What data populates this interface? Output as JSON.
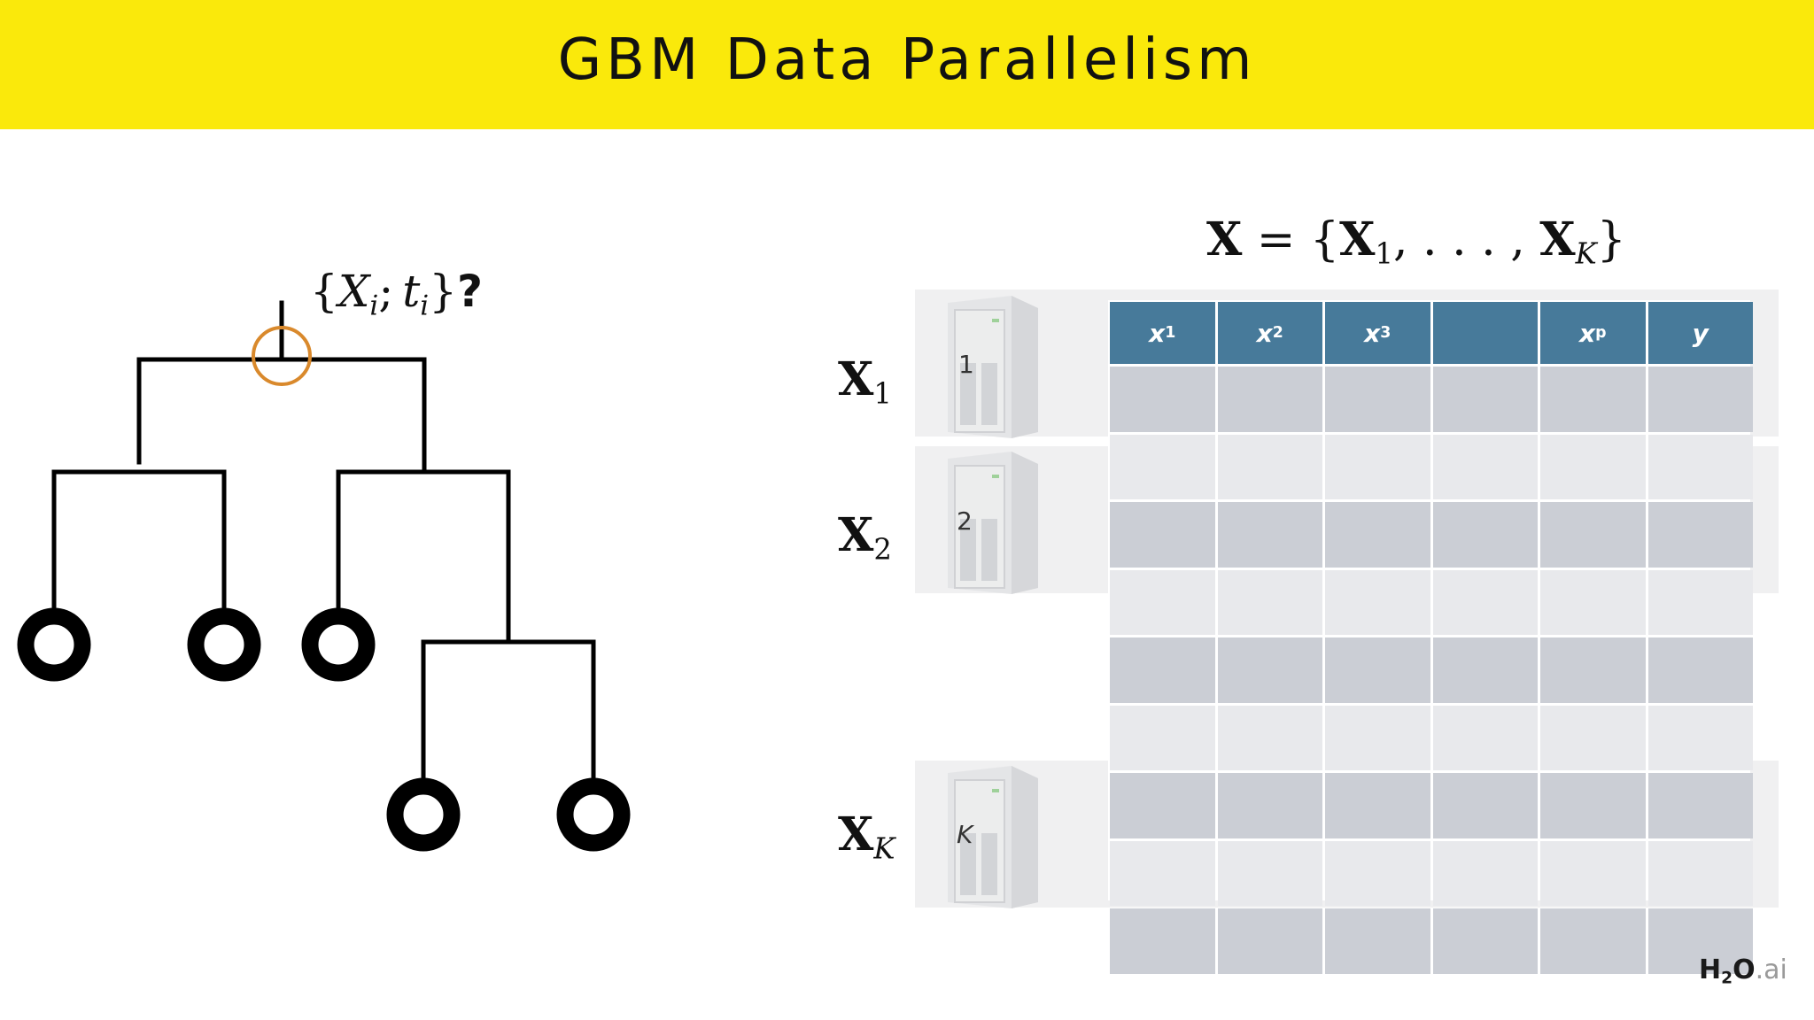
{
  "title": "GBM Data Parallelism",
  "split_label": {
    "open": "{",
    "var": "X",
    "var_sub": "i",
    "sep": ";",
    "thr": "t",
    "thr_sub": "i",
    "close": "}",
    "question": "?"
  },
  "set_equation": {
    "lhs": "X",
    "eq": " = {",
    "first": "X",
    "first_sub": "1",
    "dots": ", . . . , ",
    "last": "X",
    "last_sub": "K",
    "close": "}"
  },
  "partitions": [
    {
      "label": "X",
      "sub": "1",
      "server_id": "1"
    },
    {
      "label": "X",
      "sub": "2",
      "server_id": "2"
    },
    {
      "label": "X",
      "sub": "K",
      "server_id": "K"
    }
  ],
  "table": {
    "columns": [
      {
        "base": "x",
        "sub": "1"
      },
      {
        "base": "x",
        "sub": "2"
      },
      {
        "base": "x",
        "sub": "3"
      },
      {
        "base": "",
        "sub": ""
      },
      {
        "base": "x",
        "sub": "p"
      },
      {
        "base": "y",
        "sub": ""
      }
    ]
  },
  "logo": {
    "h": "H",
    "two": "2",
    "o": "O",
    "ai": ".ai"
  },
  "colors": {
    "header": "#fae90b",
    "table_header": "#477a9a",
    "split_highlight": "#d9892c"
  }
}
